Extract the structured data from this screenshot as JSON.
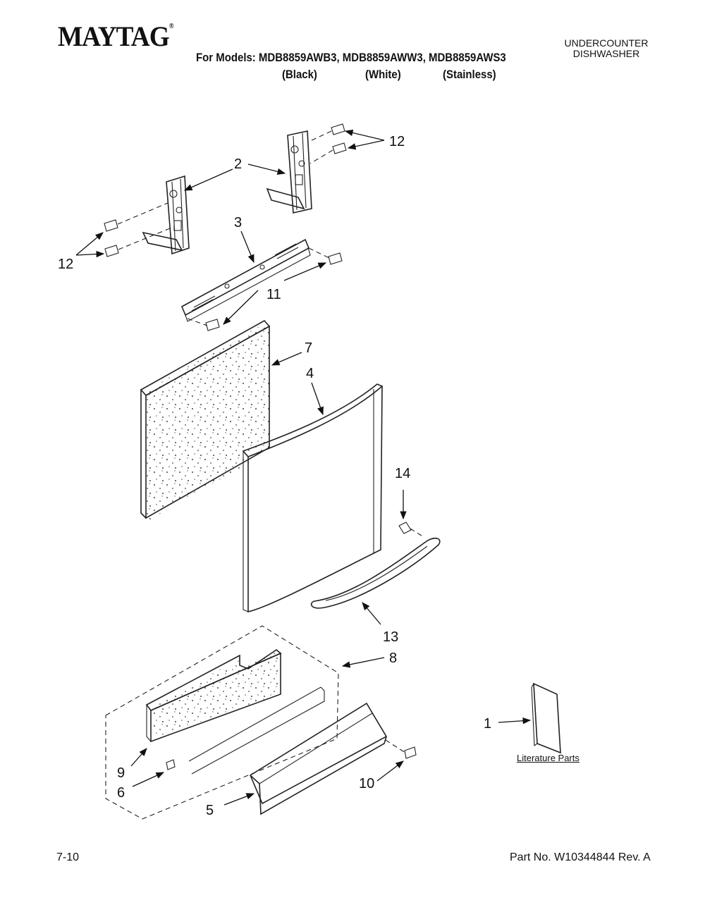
{
  "header": {
    "brand": "MAYTAG",
    "brand_mark": "®",
    "models_line": "For Models: MDB8859AWB3, MDB8859AWW3, MDB8859AWS3",
    "variants": [
      "(Black)",
      "(White)",
      "(Stainless)"
    ],
    "product_type_line1": "UNDERCOUNTER",
    "product_type_line2": "DISHWASHER"
  },
  "callouts": {
    "c1": "1",
    "c2": "2",
    "c3": "3",
    "c4": "4",
    "c5": "5",
    "c6": "6",
    "c7": "7",
    "c8": "8",
    "c9": "9",
    "c10": "10",
    "c11": "11",
    "c12a": "12",
    "c12b": "12",
    "c13": "13",
    "c14": "14"
  },
  "literature_label": "Literature Parts",
  "footer": {
    "date_code": "7-10",
    "part_number": "Part No. W10344844 Rev. A"
  }
}
